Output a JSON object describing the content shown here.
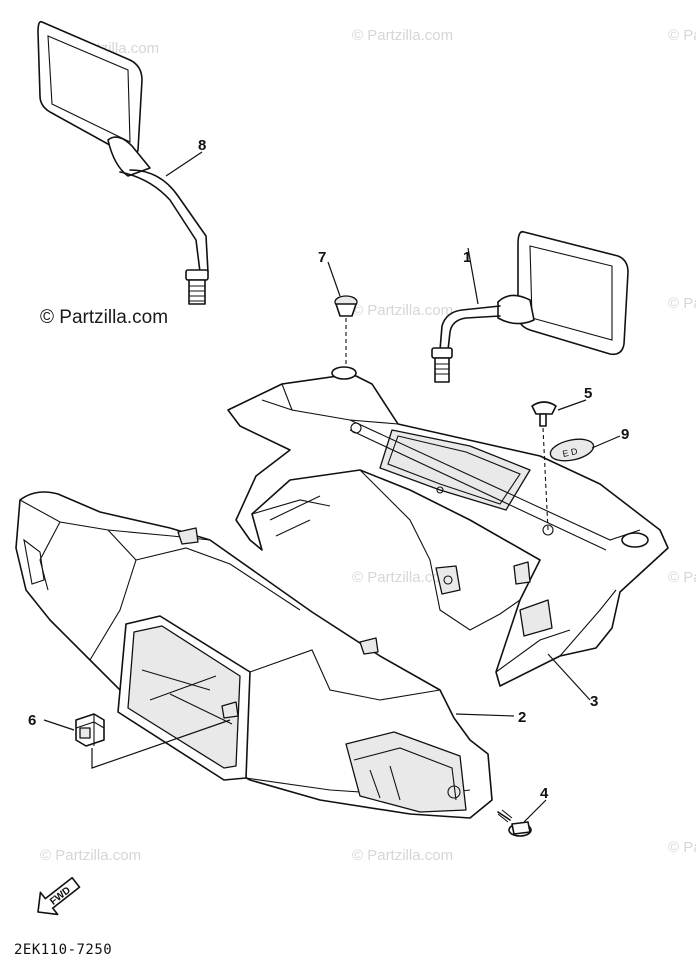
{
  "watermark": {
    "text": "© Partzilla.com"
  },
  "copyright": "© Partzilla.com",
  "diagram_code": "2EK110-7250",
  "fwd_label": "FWD",
  "callouts": [
    {
      "id": "1",
      "label": "1"
    },
    {
      "id": "2",
      "label": "2"
    },
    {
      "id": "3",
      "label": "3"
    },
    {
      "id": "4",
      "label": "4"
    },
    {
      "id": "5",
      "label": "5"
    },
    {
      "id": "6",
      "label": "6"
    },
    {
      "id": "7",
      "label": "7"
    },
    {
      "id": "8",
      "label": "8"
    },
    {
      "id": "9",
      "label": "9"
    }
  ]
}
